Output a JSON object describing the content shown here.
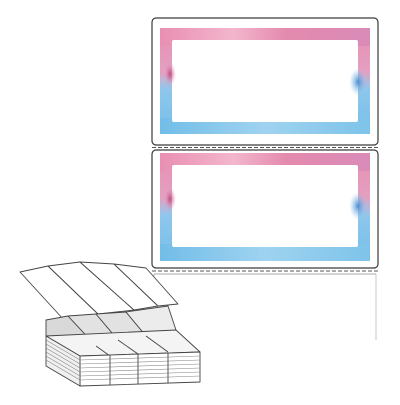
{
  "product": {
    "kind": "fanfold-label-sheet-illustration",
    "labels_visible": 2,
    "frame_style": "watercolor-gradient-border",
    "colors": {
      "frame_pink": "#e98fb2",
      "frame_blue": "#7ec3ea",
      "liner_edge": "#3a3a3a",
      "perforation": "#555555",
      "stack_gray": "#cfcfcf"
    },
    "icons": [
      "watercolor-smudge-left",
      "watercolor-smudge-right"
    ]
  }
}
